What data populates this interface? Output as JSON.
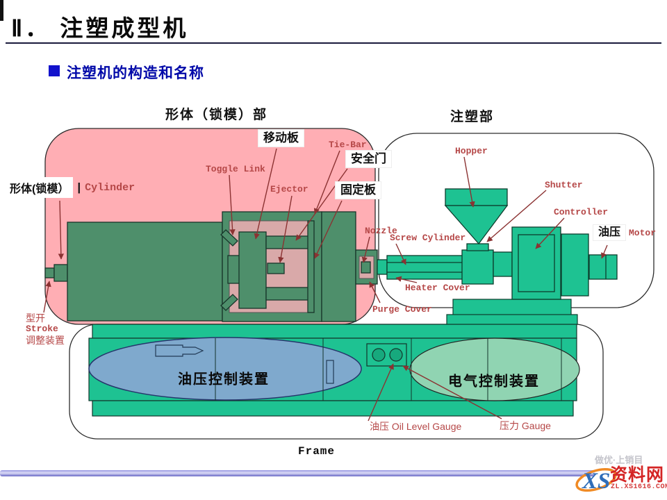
{
  "slide": {
    "title": "Ⅱ． 注塑成型机",
    "heading": "注塑机的构造和名称",
    "section_clamping": "形体（锁模）部",
    "section_injection": "注塑部",
    "frame_label": "Frame"
  },
  "labels": {
    "clamp_cylinder_cn": "形体(锁模）",
    "clamp_cylinder_sep": "|",
    "clamp_cylinder_en": "Cylinder",
    "moving_platen": "移动板",
    "tie_bar": "Tie-Bar",
    "safety_door": "安全门",
    "toggle_link": "Toggle Link",
    "ejector": "Ejector",
    "fixed_platen": "固定板",
    "nozzle": "Nozzle",
    "screw_cylinder": "Screw Cylinder",
    "hopper": "Hopper",
    "shutter": "Shutter",
    "controller": "Controller",
    "hydraulic_cn": "油压",
    "motor": "Motor",
    "heater_cover": "Heater Cover",
    "purge_cover": "Purge Cover",
    "stroke_line1": "型开",
    "stroke_line2": "Stroke",
    "stroke_line3": "调整装置",
    "hydraulic_unit": "油压控制装置",
    "electric_unit": "电气控制装置",
    "oil_level_gauge": "油压 Oil Level Gauge",
    "pressure_gauge": "压力 Gauge"
  },
  "watermark": {
    "slogan": "做优·上销目",
    "logo": "XS",
    "site": "资料网",
    "url": "ZL.XS1616.COM"
  },
  "colors": {
    "clamping_bg_pink": "#ffaeb4",
    "mold_cavity_pink": "#d9a9a9",
    "clamping_green": "#4e8f6b",
    "injection_green": "#1ec292",
    "hydraulic_ellipse_blue": "#7fa9cd",
    "electric_ellipse_green": "#90d4b2",
    "label_red": "#b54747",
    "heading_blue": "#0008a8",
    "footer_bar_blue": "#8a8ade"
  }
}
